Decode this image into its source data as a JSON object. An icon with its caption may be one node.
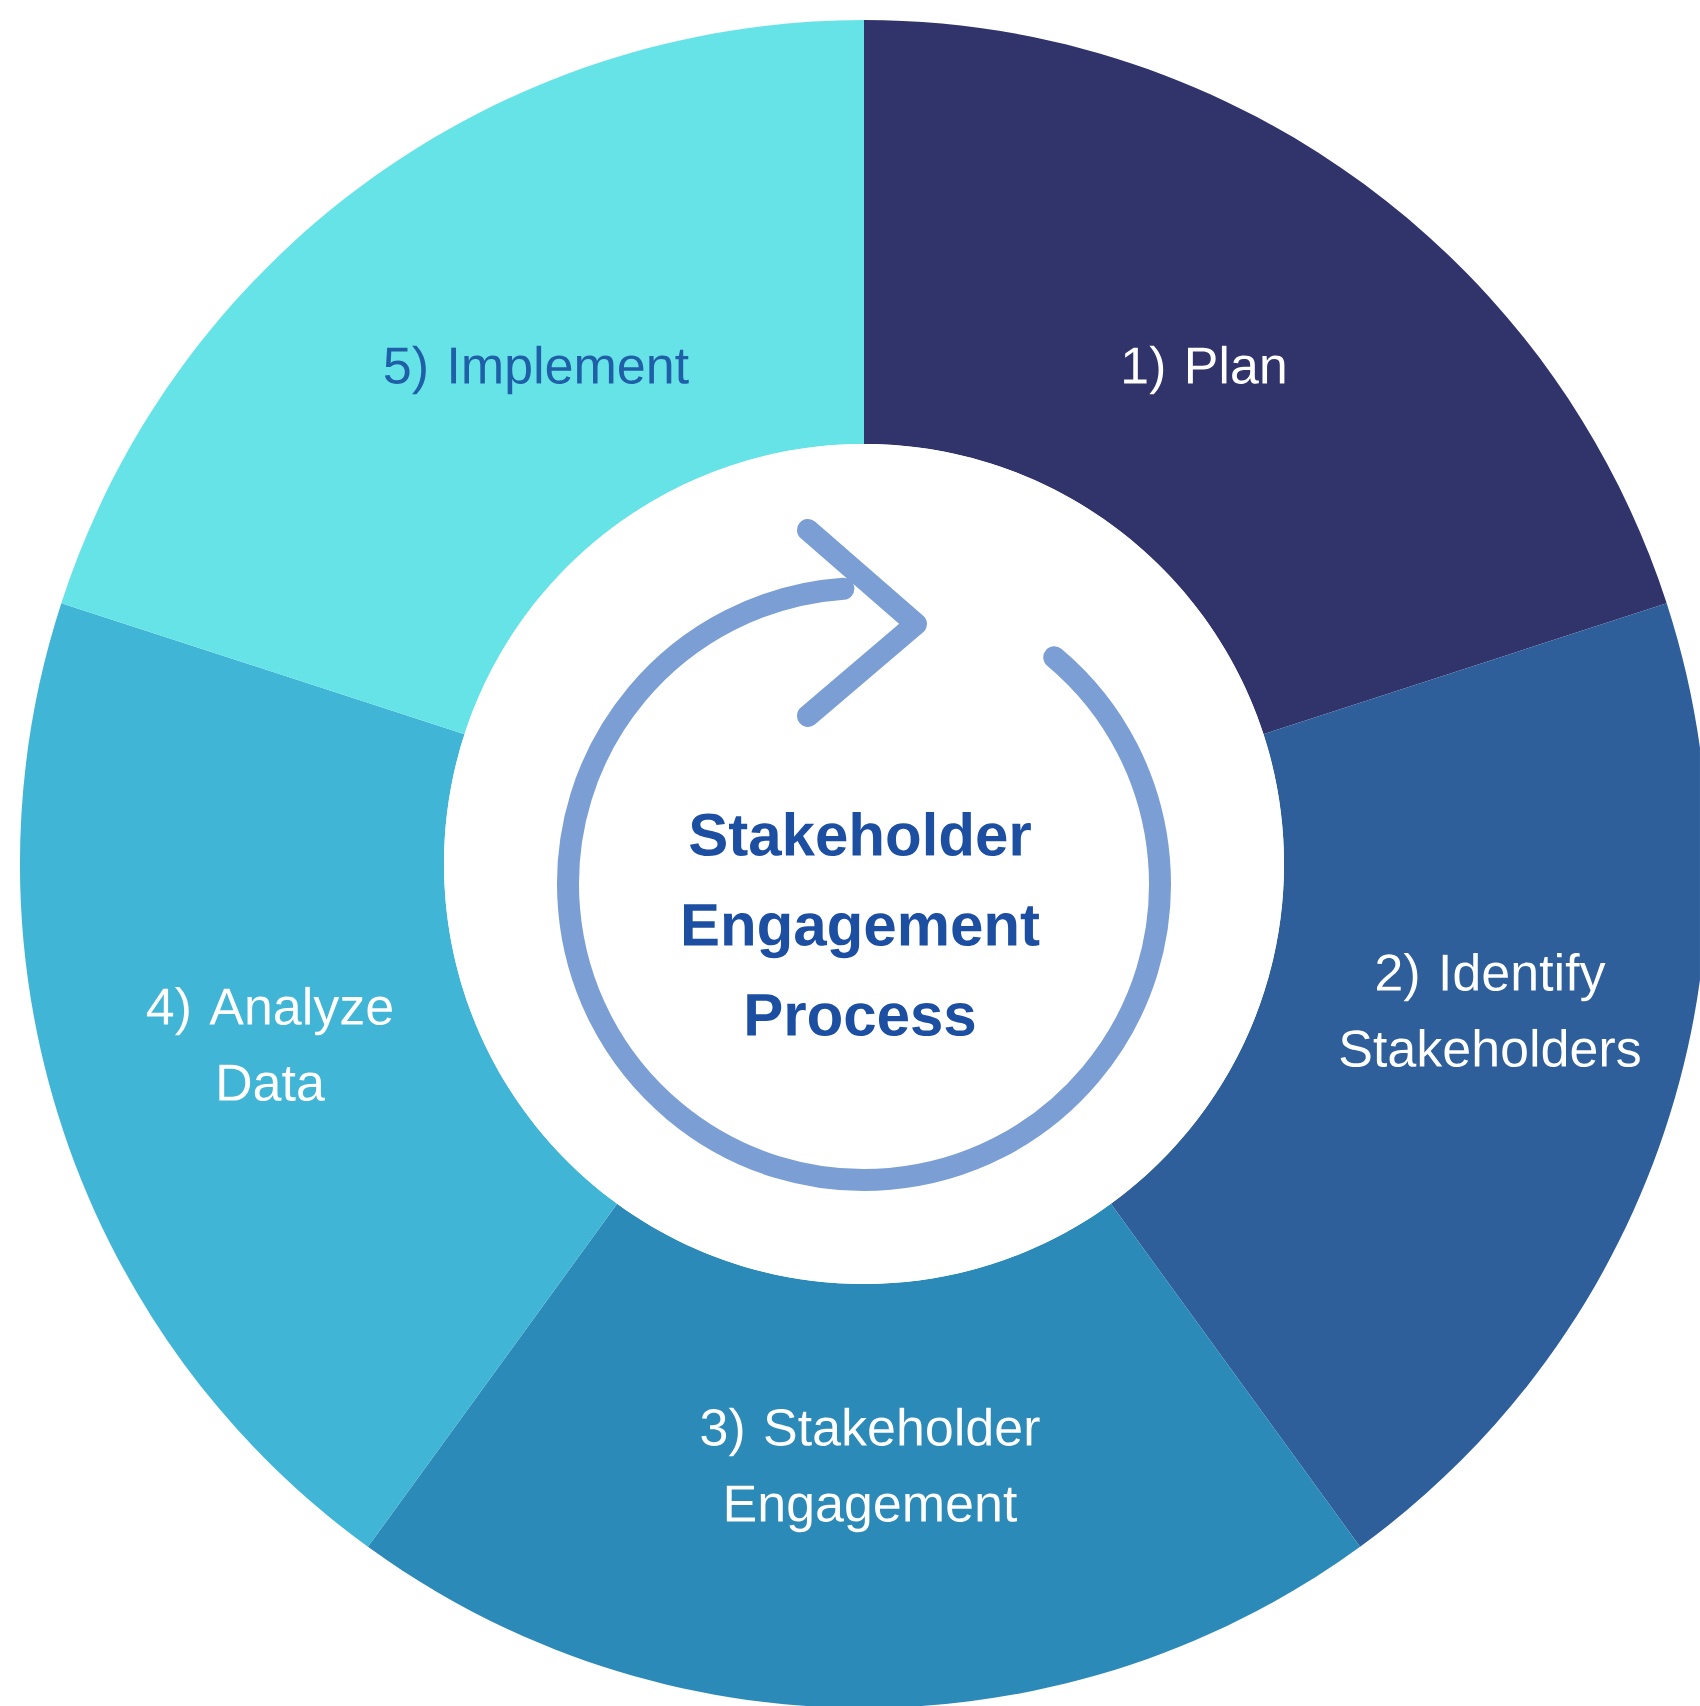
{
  "diagram": {
    "nodes": [
      {
        "text": [
          "1) Plan"
        ]
      },
      {
        "text": [
          "2) Identify Stakeholders"
        ]
      },
      {
        "text": [
          "3) Stakeholder Engagement"
        ]
      },
      {
        "text": [
          "4) Analyze Data"
        ]
      },
      {
        "text": [
          "5) Implement"
        ]
      },
      {
        "text": [
          "Stakeholder Engagement Process"
        ]
      }
    ]
  }
}
